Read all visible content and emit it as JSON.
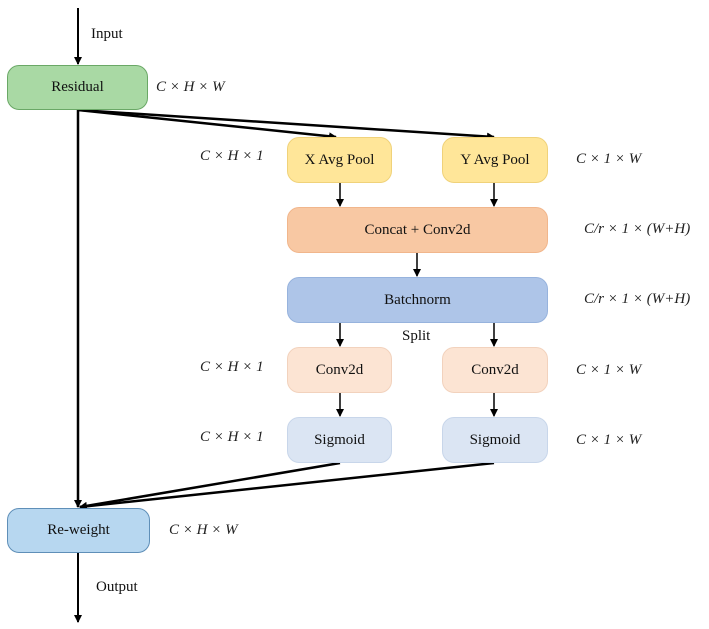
{
  "nodes": {
    "residual": "Residual",
    "x_avg_pool": "X Avg Pool",
    "y_avg_pool": "Y Avg Pool",
    "concat_conv": "Concat + Conv2d",
    "batchnorm": "Batchnorm",
    "conv2d_left": "Conv2d",
    "conv2d_right": "Conv2d",
    "sigmoid_left": "Sigmoid",
    "sigmoid_right": "Sigmoid",
    "reweight": "Re-weight"
  },
  "labels": {
    "input": "Input",
    "output": "Output",
    "split": "Split"
  },
  "dims": {
    "residual": "C × H × W",
    "x_pool": "C × H × 1",
    "y_pool": "C × 1 × W",
    "concat": "C/r × 1 × (W+H)",
    "batchnorm": "C/r × 1 × (W+H)",
    "conv_left": "C × H × 1",
    "conv_right": "C × 1 × W",
    "sigmoid_left": "C × H × 1",
    "sigmoid_right": "C × 1 × W",
    "reweight": "C × H × W"
  },
  "colors": {
    "residual": "#a9d9a4",
    "pool": "#ffe699",
    "concat": "#f8c8a3",
    "batchnorm": "#aec5e8",
    "conv": "#fce4d3",
    "sigmoid": "#dbe5f3",
    "reweight": "#b7d7f0",
    "arrow": "#000000"
  }
}
